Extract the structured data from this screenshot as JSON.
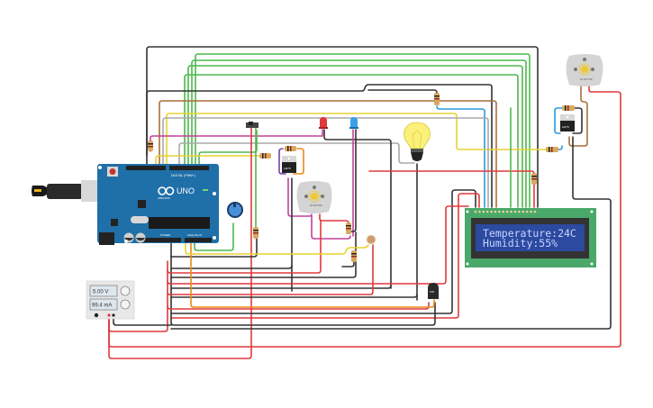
{
  "lcd": {
    "line1": "Temperature:24C",
    "line2": "Humidity:55%",
    "background_color": "#2b4aa0",
    "board_color": "#4aa86a"
  },
  "power_supply": {
    "voltage": "5.00 V",
    "current": "99.4 mA"
  },
  "arduino": {
    "brand": "ARDUINO",
    "model": "UNO",
    "digital_header": "DIGITAL (PWM~)",
    "power_header": "POWER",
    "analog_header": "ANALOG IN",
    "board_color": "#1f6fa8"
  },
  "components": {
    "regulator_label": "LM78",
    "sensor_label": "TMP",
    "motor_label": "DC MOTOR"
  },
  "wire_colors": {
    "black": "#333333",
    "red": "#e0393c",
    "green": "#4cb84c",
    "yellow": "#e8d232",
    "brown": "#a86f3a",
    "gray": "#a8a8a8",
    "blue": "#2a9ad8",
    "magenta": "#c2409a",
    "purple": "#7b3fa3",
    "orange": "#e88a1a"
  }
}
